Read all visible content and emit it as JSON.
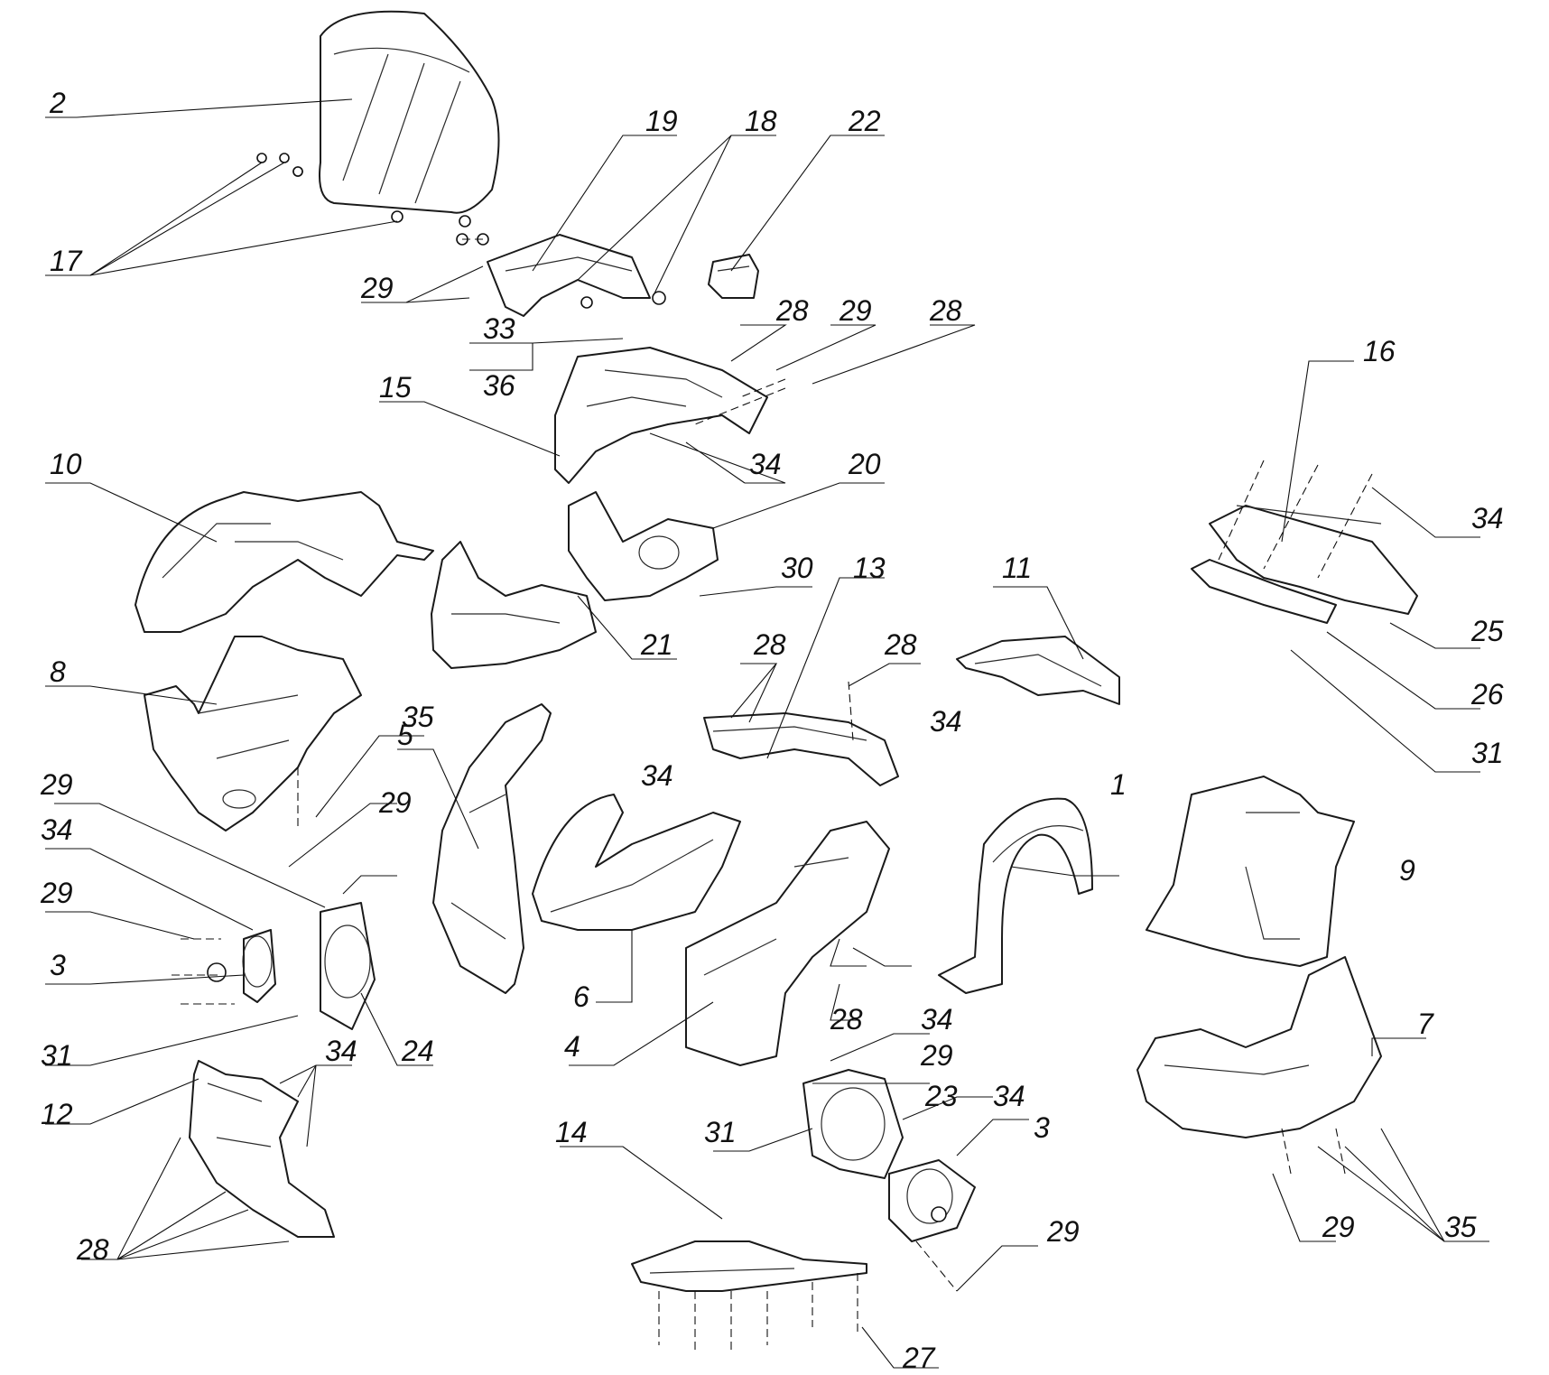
{
  "diagram": {
    "callouts": [
      "2",
      "17",
      "29",
      "19",
      "18",
      "22",
      "33",
      "36",
      "28",
      "29",
      "28",
      "15",
      "34",
      "16",
      "34",
      "10",
      "20",
      "30",
      "21",
      "13",
      "28",
      "28",
      "11",
      "8",
      "35",
      "5",
      "34",
      "34",
      "1",
      "25",
      "26",
      "31",
      "29",
      "29",
      "34",
      "29",
      "9",
      "3",
      "31",
      "24",
      "6",
      "4",
      "28",
      "7",
      "34",
      "29",
      "12",
      "34",
      "31",
      "23",
      "34",
      "3",
      "14",
      "28",
      "29",
      "29",
      "35",
      "27"
    ]
  }
}
